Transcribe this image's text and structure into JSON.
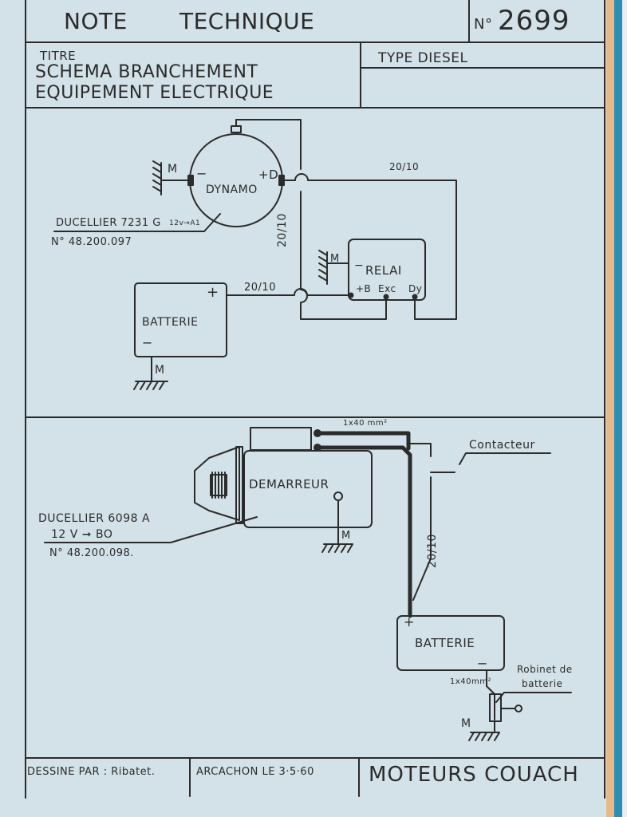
{
  "header": {
    "note_label": "NOTE",
    "technique_label": "TECHNIQUE",
    "number_prefix": "N°",
    "number": "2699",
    "titre_label": "TITRE",
    "title_line1": "SCHEMA BRANCHEMENT",
    "title_line2": "EQUIPEMENT ELECTRIQUE",
    "type": "TYPE DIESEL"
  },
  "diagram1": {
    "dynamo": "DYNAMO",
    "dynamo_minus": "−",
    "dynamo_plus": "+D",
    "dynamo_mass": "M",
    "wire_label_top": "20/10",
    "wire_label_vertical": "20/10",
    "wire_label_battery": "20/10",
    "relai": "RELAI",
    "relai_mass": "M",
    "relai_minus": "−",
    "relai_b": "+B",
    "relai_exc": "Exc",
    "relai_dy": "Dy",
    "batterie": "BATTERIE",
    "batterie_plus": "+",
    "batterie_minus": "−",
    "batterie_mass": "M",
    "ref_line1": "DUCELLIER 7231 G",
    "ref_voltage": "12v→A1",
    "ref_line2": "N° 48.200.097"
  },
  "diagram2": {
    "demarreur": "DEMARREUR",
    "demarreur_mass": "M",
    "cable_label": "1x40 mm²",
    "contacteur": "Contacteur",
    "wire_label_vertical": "20/10",
    "batterie": "BATTERIE",
    "batterie_plus": "+",
    "batterie_minus": "−",
    "cable_label_small": "1x40mm²",
    "robinet_line1": "Robinet de",
    "robinet_line2": "batterie",
    "robinet_mass": "M",
    "ref_line1": "DUCELLIER 6098 A",
    "ref_line2": "12 V ➞ BO",
    "ref_line3": "N° 48.200.098."
  },
  "footer": {
    "dessine": "DESSINE PAR : Ribatet.",
    "lieu_date": "ARCACHON LE 3·5·60",
    "company": "MOTEURS COUACH"
  }
}
